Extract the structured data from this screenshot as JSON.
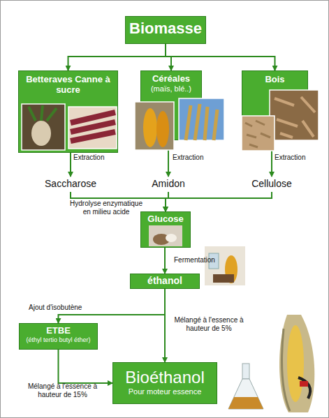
{
  "diagram": {
    "nodes": [
      {
        "text": [
          "Biomasse"
        ]
      },
      {
        "text": [
          "Betteraves Canne à sucre"
        ]
      },
      {
        "text": [
          "Céréales",
          "(maïs, blé..)"
        ]
      },
      {
        "text": [
          "Bois"
        ]
      },
      {
        "text": [
          "Saccharose"
        ]
      },
      {
        "text": [
          "Amidon"
        ]
      },
      {
        "text": [
          "Cellulose"
        ]
      },
      {
        "text": [
          "Glucose"
        ]
      },
      {
        "text": [
          "éthanol"
        ]
      },
      {
        "text": [
          "ETBE",
          "(éthyl tertio butyl éther)"
        ]
      },
      {
        "text": [
          "Bioéthanol",
          "Pour moteur essence"
        ]
      }
    ],
    "edges": [
      {
        "from": 0,
        "to": 1,
        "arrow": "to"
      },
      {
        "from": 0,
        "to": 2,
        "arrow": "to"
      },
      {
        "from": 0,
        "to": 3,
        "arrow": "to"
      },
      {
        "from": 1,
        "to": 4,
        "label": "Extraction",
        "arrow": "to"
      },
      {
        "from": 2,
        "to": 5,
        "label": "Extraction",
        "arrow": "to"
      },
      {
        "from": 3,
        "to": 6,
        "label": "Extraction",
        "arrow": "to"
      },
      {
        "from": 4,
        "to": 7,
        "label": "Hydrolyse enzymatique en milieu acide",
        "arrow": "to"
      },
      {
        "from": 5,
        "to": 7,
        "arrow": "to"
      },
      {
        "from": 6,
        "to": 7,
        "arrow": "to"
      },
      {
        "from": 7,
        "to": 8,
        "label": "Fermentation",
        "arrow": "to"
      },
      {
        "from": 8,
        "to": 9,
        "label": "Ajout d'isobutène",
        "arrow": "to"
      },
      {
        "from": 8,
        "to": 10,
        "label": "Mélangé à l'essence à hauteur de 5%",
        "arrow": "to"
      },
      {
        "from": 9,
        "to": 10,
        "label": "Mélangé à l'essence à hauteur de 15%",
        "arrow": "to"
      }
    ]
  }
}
